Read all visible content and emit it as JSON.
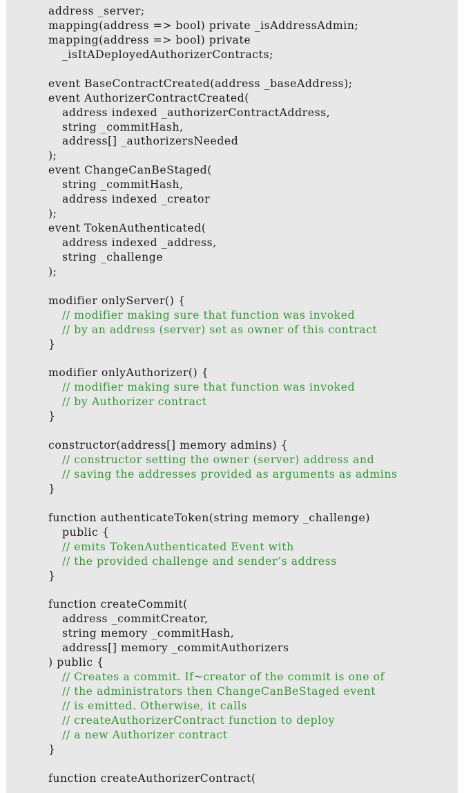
{
  "code": {
    "lines": [
      {
        "indent": 0,
        "type": "code",
        "text": "address _server;"
      },
      {
        "indent": 0,
        "type": "code",
        "text": "mapping(address => bool) private _isAddressAdmin;"
      },
      {
        "indent": 0,
        "type": "code",
        "text": "mapping(address => bool) private"
      },
      {
        "indent": 1,
        "type": "code",
        "text": "_isItADeployedAuthorizerContracts;"
      },
      {
        "indent": 0,
        "type": "blank",
        "text": ""
      },
      {
        "indent": 0,
        "type": "code",
        "text": "event BaseContractCreated(address _baseAddress);"
      },
      {
        "indent": 0,
        "type": "code",
        "text": "event AuthorizerContractCreated("
      },
      {
        "indent": 1,
        "type": "code",
        "text": "address indexed _authorizerContractAddress,"
      },
      {
        "indent": 1,
        "type": "code",
        "text": "string _commitHash,"
      },
      {
        "indent": 1,
        "type": "code",
        "text": "address[] _authorizersNeeded"
      },
      {
        "indent": 0,
        "type": "code",
        "text": ");"
      },
      {
        "indent": 0,
        "type": "code",
        "text": "event ChangeCanBeStaged("
      },
      {
        "indent": 1,
        "type": "code",
        "text": "string _commitHash,"
      },
      {
        "indent": 1,
        "type": "code",
        "text": "address indexed _creator"
      },
      {
        "indent": 0,
        "type": "code",
        "text": ");"
      },
      {
        "indent": 0,
        "type": "code",
        "text": "event TokenAuthenticated("
      },
      {
        "indent": 1,
        "type": "code",
        "text": "address indexed _address,"
      },
      {
        "indent": 1,
        "type": "code",
        "text": "string _challenge"
      },
      {
        "indent": 0,
        "type": "code",
        "text": ");"
      },
      {
        "indent": 0,
        "type": "blank",
        "text": ""
      },
      {
        "indent": 0,
        "type": "code",
        "text": "modifier onlyServer() {"
      },
      {
        "indent": 1,
        "type": "comment",
        "text": "// modifier making sure that function was invoked"
      },
      {
        "indent": 1,
        "type": "comment",
        "text": "// by an address (server) set as owner of this contract"
      },
      {
        "indent": 0,
        "type": "code",
        "text": "}"
      },
      {
        "indent": 0,
        "type": "blank",
        "text": ""
      },
      {
        "indent": 0,
        "type": "code",
        "text": "modifier onlyAuthorizer() {"
      },
      {
        "indent": 1,
        "type": "comment",
        "text": "// modifier making sure that function was invoked"
      },
      {
        "indent": 1,
        "type": "comment",
        "text": "// by Authorizer contract"
      },
      {
        "indent": 0,
        "type": "code",
        "text": "}"
      },
      {
        "indent": 0,
        "type": "blank",
        "text": ""
      },
      {
        "indent": 0,
        "type": "code",
        "text": "constructor(address[] memory admins) {"
      },
      {
        "indent": 1,
        "type": "comment",
        "text": "// constructor setting the owner (server) address and"
      },
      {
        "indent": 1,
        "type": "comment",
        "text": "// saving the addresses provided as arguments as admins"
      },
      {
        "indent": 0,
        "type": "code",
        "text": "}"
      },
      {
        "indent": 0,
        "type": "blank",
        "text": ""
      },
      {
        "indent": 0,
        "type": "code",
        "text": "function authenticateToken(string memory _challenge)"
      },
      {
        "indent": 1,
        "type": "code",
        "text": "public {"
      },
      {
        "indent": 1,
        "type": "comment",
        "text": "// emits TokenAuthenticated Event with"
      },
      {
        "indent": 1,
        "type": "comment",
        "text": "// the provided challenge and sender’s address"
      },
      {
        "indent": 0,
        "type": "code",
        "text": "}"
      },
      {
        "indent": 0,
        "type": "blank",
        "text": ""
      },
      {
        "indent": 0,
        "type": "code",
        "text": "function createCommit("
      },
      {
        "indent": 1,
        "type": "code",
        "text": "address _commitCreator,"
      },
      {
        "indent": 1,
        "type": "code",
        "text": "string memory _commitHash,"
      },
      {
        "indent": 1,
        "type": "code",
        "text": "address[] memory _commitAuthorizers"
      },
      {
        "indent": 0,
        "type": "code",
        "text": ") public {"
      },
      {
        "indent": 1,
        "type": "comment",
        "text": "// Creates a commit. If~creator of the commit is one of"
      },
      {
        "indent": 1,
        "type": "comment",
        "text": "// the administrators then ChangeCanBeStaged event"
      },
      {
        "indent": 1,
        "type": "comment",
        "text": "// is emitted. Otherwise, it calls"
      },
      {
        "indent": 1,
        "type": "comment",
        "text": "// createAuthorizerContract function to deploy"
      },
      {
        "indent": 1,
        "type": "comment",
        "text": "// a new Authorizer contract"
      },
      {
        "indent": 0,
        "type": "code",
        "text": "}"
      },
      {
        "indent": 0,
        "type": "blank",
        "text": ""
      },
      {
        "indent": 0,
        "type": "code",
        "text": "function createAuthorizerContract("
      }
    ]
  }
}
